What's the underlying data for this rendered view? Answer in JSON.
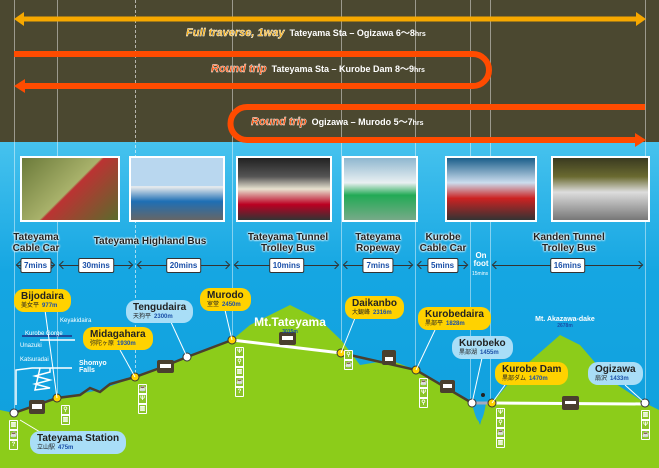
{
  "routes": [
    {
      "kind": "Full traverse, 1way",
      "desc": "Tateyama Sta – Ogizawa  6〜8",
      "unit": "hrs",
      "color": "#f6a800"
    },
    {
      "kind": "Round trip",
      "desc": "Tateyama Sta – Kurobe Dam 8〜9",
      "unit": "hrs",
      "color": "#ff4b00"
    },
    {
      "kind": "Round trip",
      "desc": "Ogizawa – Murodo 5〜7",
      "unit": "hrs",
      "color": "#ff4b00"
    }
  ],
  "modes": [
    {
      "name": "Tateyama Cable Car",
      "time": "7mins"
    },
    {
      "name": "Tateyama Highland Bus",
      "time": "30mins"
    },
    {
      "name": "",
      "time": "20mins"
    },
    {
      "name": "Tateyama Tunnel Trolley Bus",
      "time": "10mins"
    },
    {
      "name": "Tateyama Ropeway",
      "time": "7mins"
    },
    {
      "name": "Kurobe Cable Car",
      "time": "5mins"
    },
    {
      "name": "On foot",
      "time": "15mins"
    },
    {
      "name": "Kanden Tunnel Trolley Bus",
      "time": "16mins"
    }
  ],
  "stations": {
    "bijodaira": {
      "name": "Bijodaira",
      "jp": "美女平",
      "alt": "977m"
    },
    "midagahara": {
      "name": "Midagahara",
      "jp": "弥陀ヶ原",
      "alt": "1930m"
    },
    "tengudaira": {
      "name": "Tengudaira",
      "jp": "天狗平",
      "alt": "2300m"
    },
    "murodo": {
      "name": "Murodo",
      "jp": "室堂",
      "alt": "2450m"
    },
    "daikanbo": {
      "name": "Daikanbo",
      "jp": "大観峰",
      "alt": "2316m"
    },
    "kurobedaira": {
      "name": "Kurobedaira",
      "jp": "黒部平",
      "alt": "1828m"
    },
    "kurobeko": {
      "name": "Kurobeko",
      "jp": "黒部湖",
      "alt": "1455m"
    },
    "kurobedam": {
      "name": "Kurobe Dam",
      "jp": "黒部ダム",
      "alt": "1470m"
    },
    "ogizawa": {
      "name": "Ogizawa",
      "jp": "扇沢",
      "alt": "1433m"
    },
    "tateyama": {
      "name": "Tateyama Station",
      "jp": "立山駅",
      "alt": "475m"
    }
  },
  "peaks": [
    {
      "name": "Mt.Tateyama",
      "alt": "3015m"
    },
    {
      "name": "Mt. Akazawa-dake",
      "alt": "2678m"
    }
  ],
  "places": {
    "keyakidaira": "Keyakidaira",
    "kurobe_gorge": "Kurobe Gorge",
    "unazuki": "Unazuki",
    "katsuradai": "Katsuradai",
    "shomyo": "Shomyo Falls"
  }
}
